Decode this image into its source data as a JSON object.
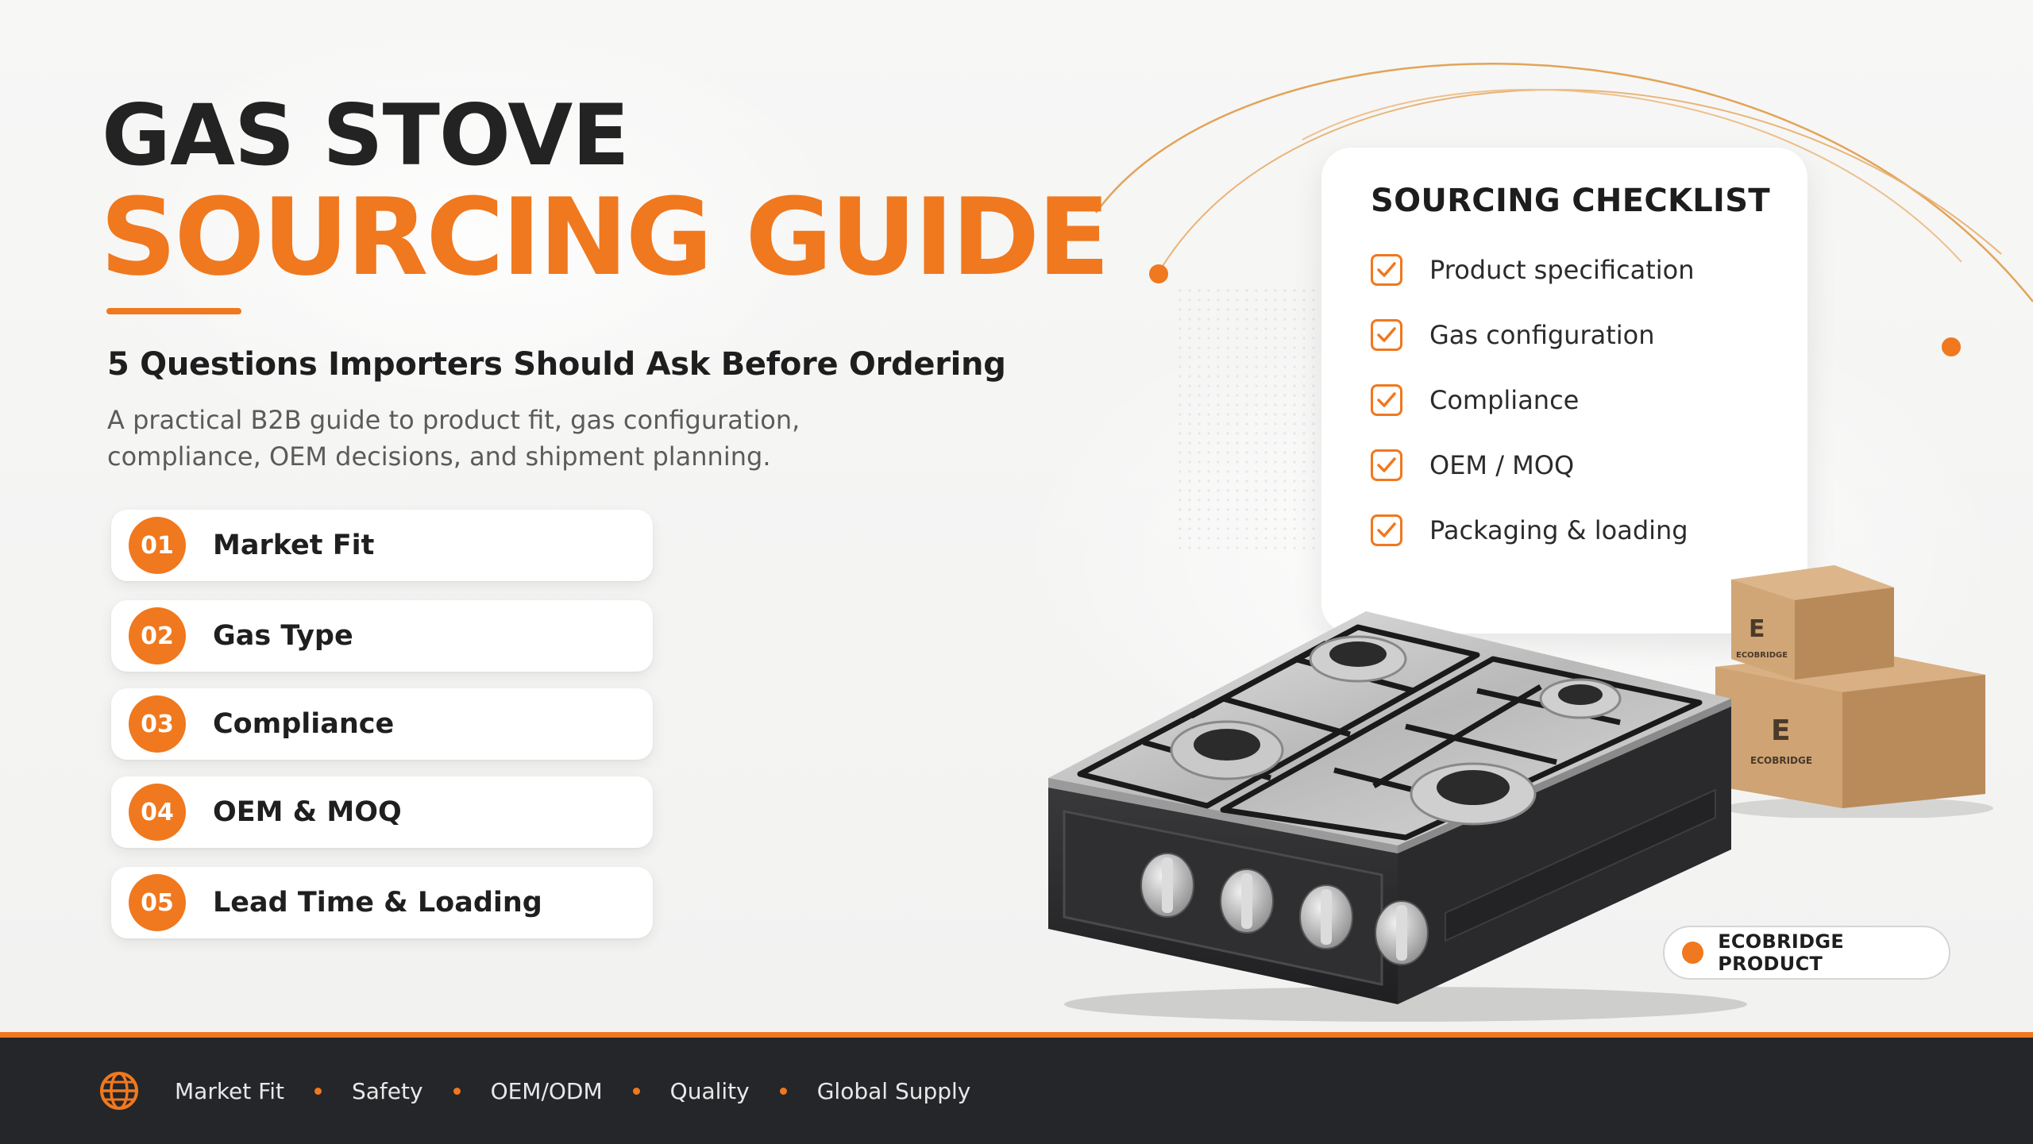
{
  "title": {
    "line1": "GAS STOVE",
    "line2": "SOURCING GUIDE"
  },
  "subtitle": "5 Questions Importers Should Ask Before Ordering",
  "description": "A practical B2B guide to product fit, gas configuration, compliance, OEM decisions, and shipment planning.",
  "questions": [
    {
      "num": "01",
      "label": "Market Fit"
    },
    {
      "num": "02",
      "label": "Gas Type"
    },
    {
      "num": "03",
      "label": "Compliance"
    },
    {
      "num": "04",
      "label": "OEM & MOQ"
    },
    {
      "num": "05",
      "label": "Lead Time & Loading"
    }
  ],
  "checklist": {
    "title": "SOURCING CHECKLIST",
    "items": [
      "Product specification",
      "Gas configuration",
      "Compliance",
      "OEM / MOQ",
      "Packaging & loading"
    ]
  },
  "box_brand": "ECOBRIDGE",
  "badge": "ECOBRIDGE PRODUCT",
  "footer": {
    "items": [
      "Market Fit",
      "Safety",
      "OEM/ODM",
      "Quality",
      "Global Supply"
    ]
  },
  "colors": {
    "accent": "#f0781e",
    "dark": "#242629",
    "text": "#222222"
  },
  "icons": {
    "footer": "globe-icon",
    "checklist": "checkmark-icon"
  }
}
